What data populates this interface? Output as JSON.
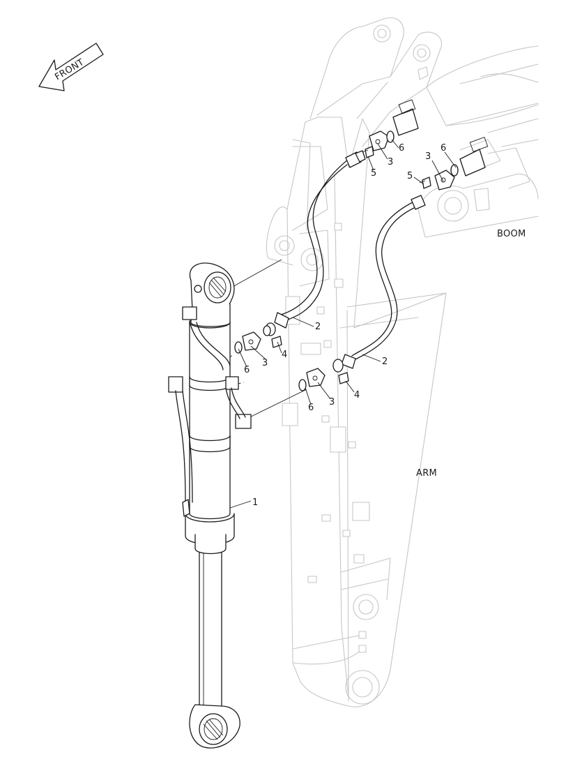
{
  "direction": {
    "label": "FRONT"
  },
  "assembly_labels": {
    "boom": "BOOM",
    "arm": "ARM"
  },
  "callouts": {
    "c1": "1",
    "c2a": "2",
    "c2b": "2",
    "c3a": "3",
    "c3b": "3",
    "c3c": "3",
    "c3d": "3",
    "c4a": "4",
    "c4b": "4",
    "c5a": "5",
    "c5b": "5",
    "c6a": "6",
    "c6b": "6",
    "c6c": "6",
    "c6d": "6"
  }
}
